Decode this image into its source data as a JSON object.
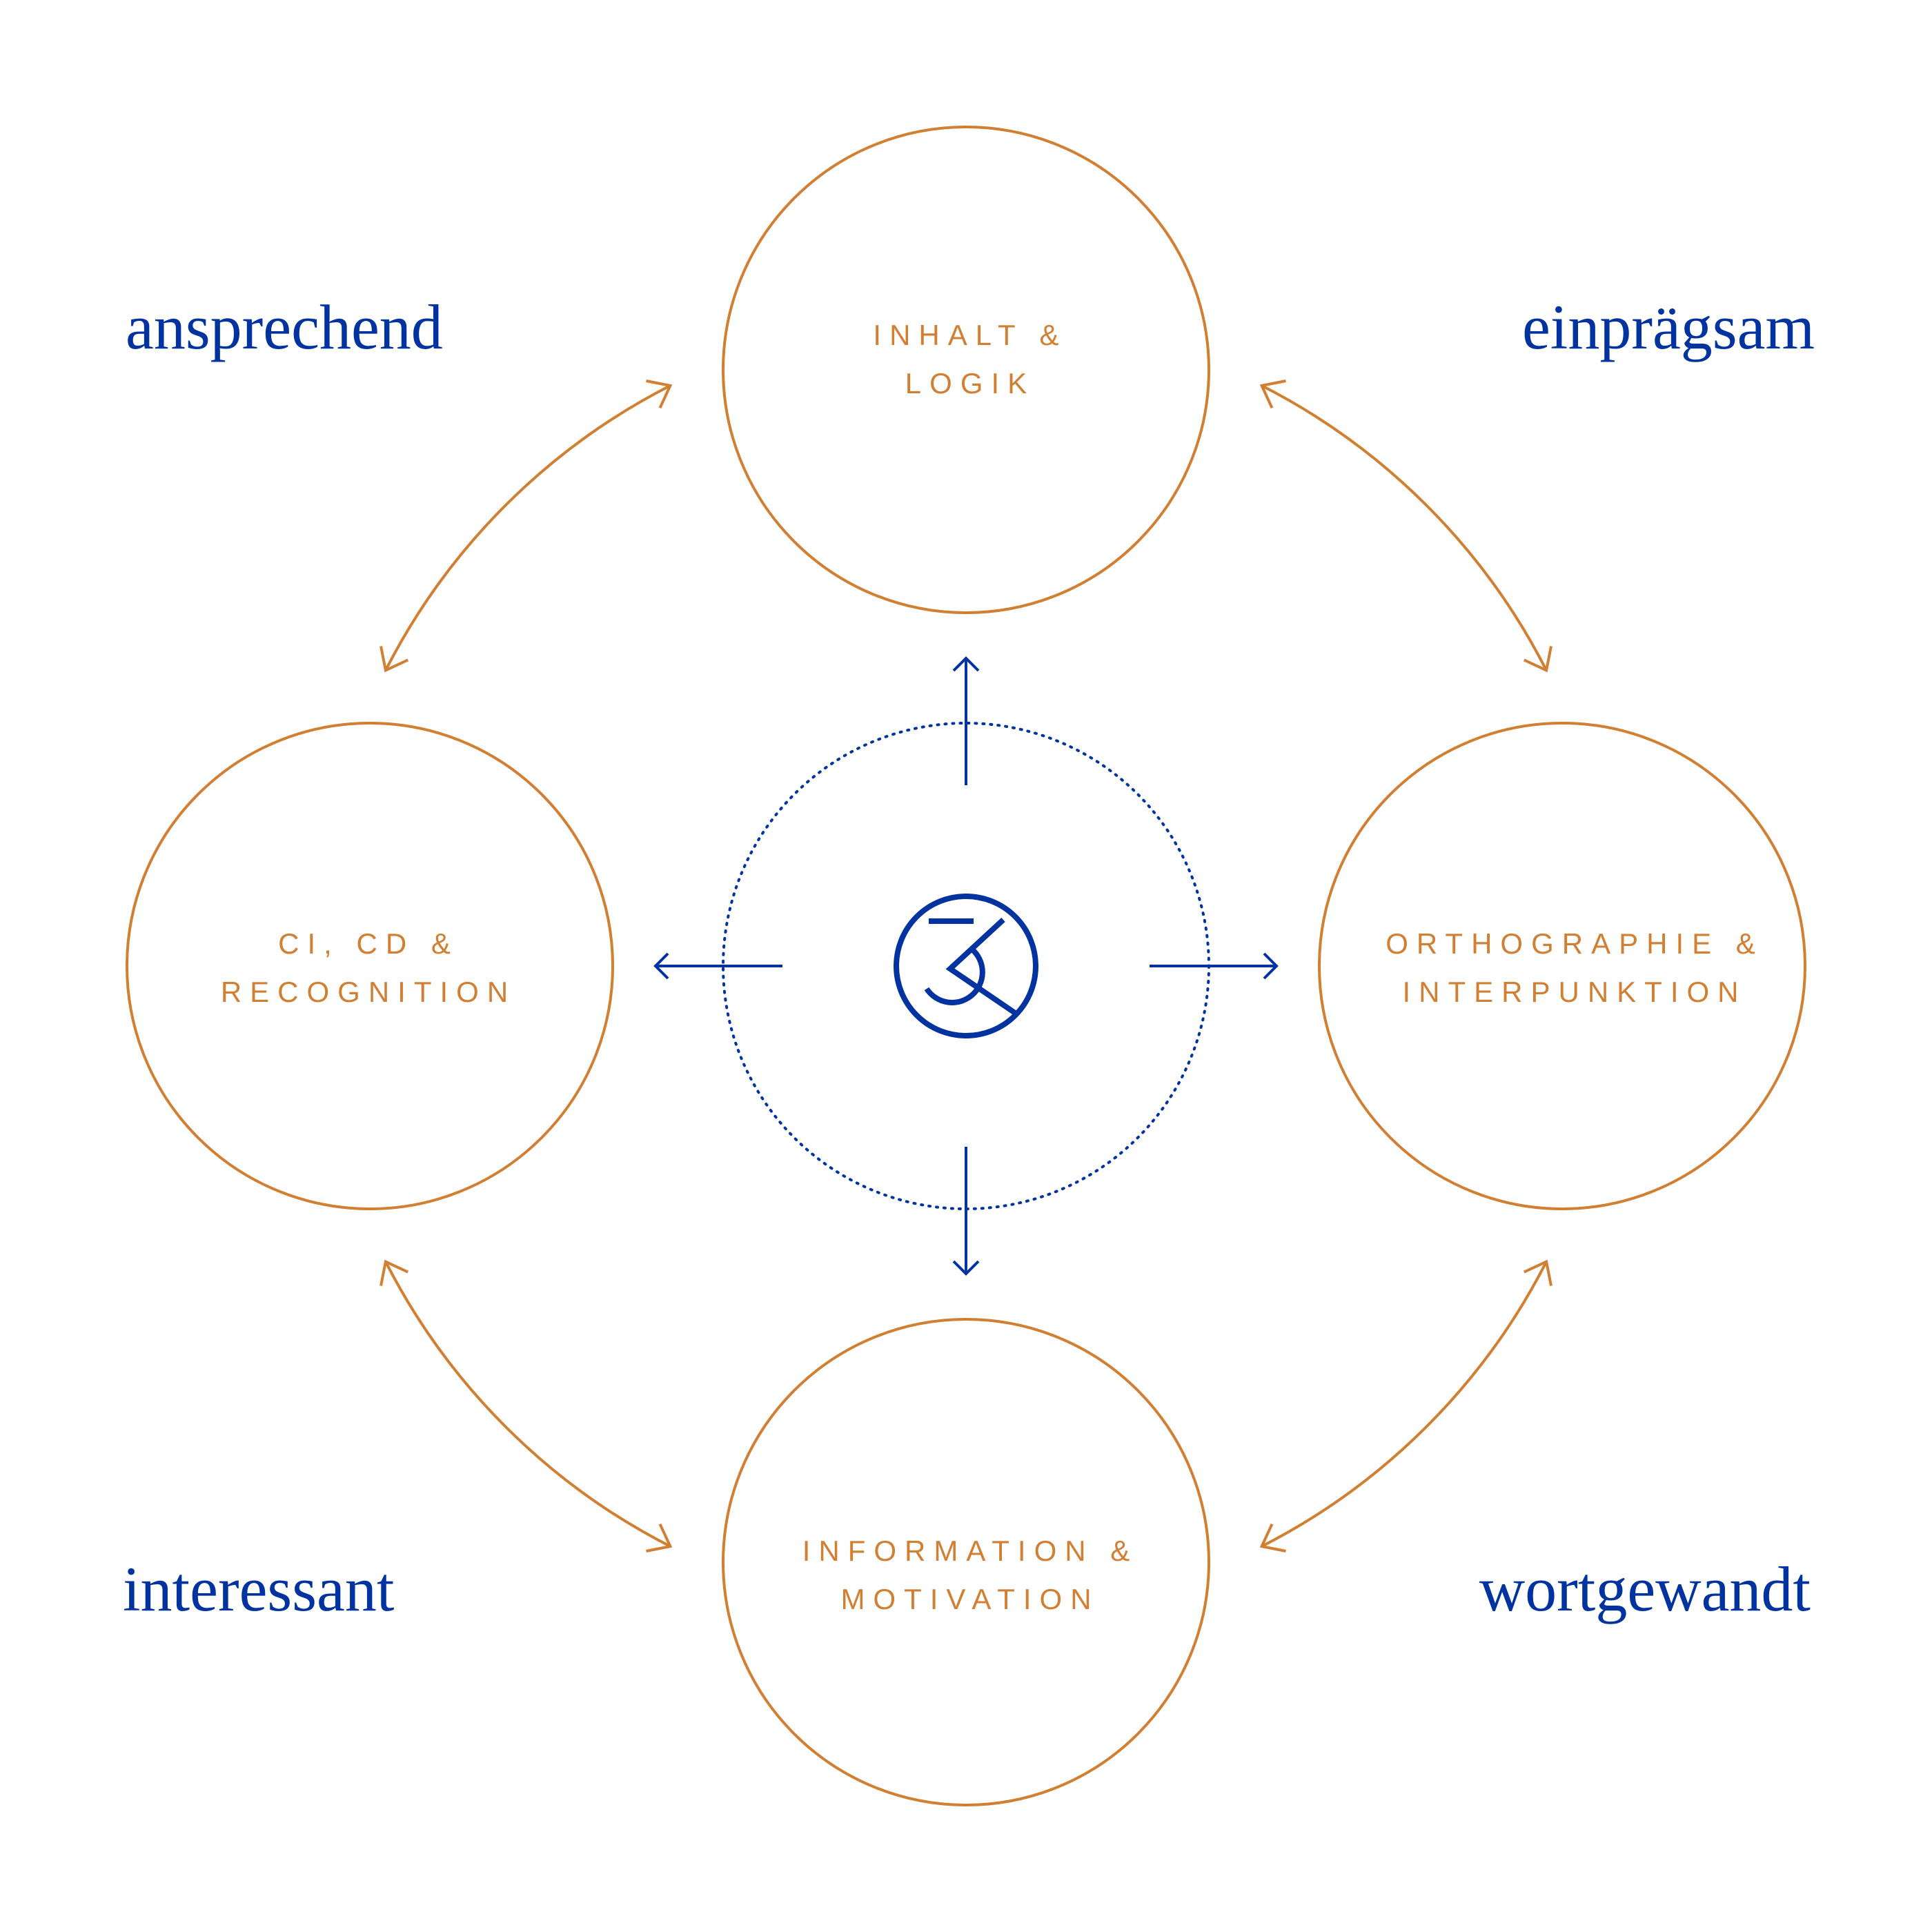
{
  "colors": {
    "orange": "#D17F33",
    "blue": "#0033A0"
  },
  "corner_words": {
    "top_left": "ansprechend",
    "top_right": "einprägsam",
    "bottom_left": "interessant",
    "bottom_right": "wortgewandt"
  },
  "circles": {
    "top": {
      "line1": "INHALT &",
      "line2": "LOGIK"
    },
    "left": {
      "line1": "CI, CD &",
      "line2": "RECOGNITION"
    },
    "right": {
      "line1": "ORTHOGRAPHIE &",
      "line2": "INTERPUNKTION"
    },
    "bottom": {
      "line1": "INFORMATION &",
      "line2": "MOTIVATION"
    }
  },
  "center": {
    "icon": "logo-3k-monogram"
  }
}
